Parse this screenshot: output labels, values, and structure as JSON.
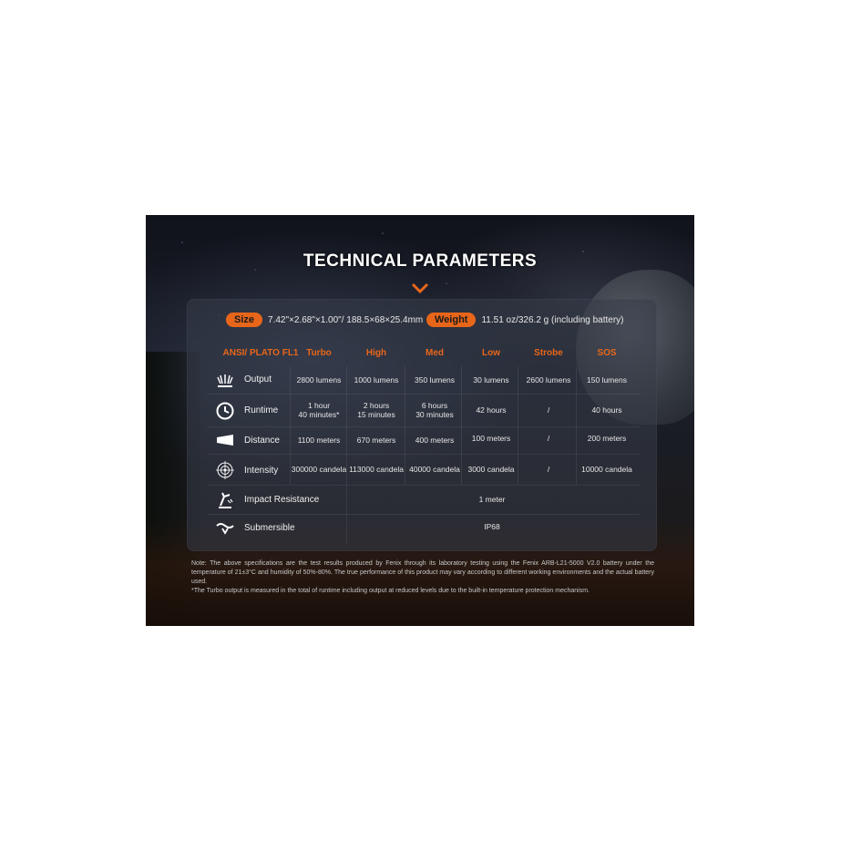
{
  "title": "TECHNICAL PARAMETERS",
  "size": {
    "label": "Size",
    "value": "7.42\"×2.68\"×1.00\"/ 188.5×68×25.4mm"
  },
  "weight": {
    "label": "Weight",
    "value": "11.51 oz/326.2 g  (including battery)"
  },
  "table": {
    "headers": [
      "ANSI/ PLATO  FL1",
      "Turbo",
      "High",
      "Med",
      "Low",
      "Strobe",
      "SOS"
    ],
    "rows": [
      {
        "icon": "output-icon",
        "label": "Output",
        "cells": [
          "2800 lumens",
          "1000 lumens",
          "350 lumens",
          "30 lumens",
          "2600 lumens",
          "150 lumens"
        ]
      },
      {
        "icon": "clock-icon",
        "label": "Runtime",
        "cells": [
          [
            "1 hour",
            "40 minutes*"
          ],
          [
            "2 hours",
            "15 minutes"
          ],
          [
            "6 hours",
            "30 minutes"
          ],
          [
            "42 hours"
          ],
          [
            "/"
          ],
          [
            "40 hours"
          ]
        ]
      },
      {
        "icon": "beam-distance-icon",
        "label": "Distance",
        "cells": [
          "1100 meters",
          "670 meters",
          "400 meters",
          "100 meters",
          "/",
          "200 meters"
        ]
      },
      {
        "icon": "target-icon",
        "label": "Intensity",
        "cells": [
          "300000 candela",
          "113000 candela",
          "40000 candela",
          "3000 candela",
          "/",
          "10000 candela"
        ]
      },
      {
        "icon": "impact-icon",
        "label": "Impact Resistance",
        "span": "1 meter"
      },
      {
        "icon": "water-icon",
        "label": "Submersible",
        "span": "IP68"
      }
    ]
  },
  "notes": [
    "Note: The above specifications are the test results produced by Fenix through its laboratory testing using the Fenix ARB-L21-5000 V2.0 battery under the temperature of 21±3°C and humidity of 50%-80%. The true performance of this product may vary according to different working environments and the actual battery used.",
    "*The Turbo output is measured in the total of runtime including output at reduced levels due to the built-in temperature protection mechanism."
  ],
  "colors": {
    "accent": "#e8661a",
    "text": "#f0f0f0"
  }
}
